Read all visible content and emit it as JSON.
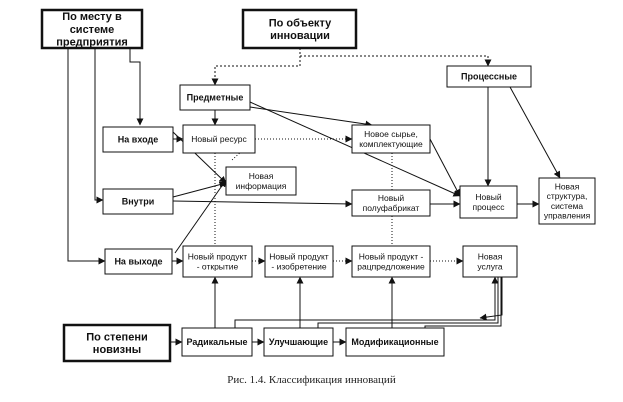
{
  "nodes": {
    "place": [
      "По месту в",
      "системе",
      "предприятия"
    ],
    "object": [
      "По объекту",
      "инновации"
    ],
    "degree": [
      "По степени",
      "новизны"
    ],
    "subject": [
      "Предметные"
    ],
    "process": [
      "Процессные"
    ],
    "input": [
      "На входе"
    ],
    "inside": [
      "Внутри"
    ],
    "output": [
      "На выходе"
    ],
    "new_resource": [
      "Новый ресурс"
    ],
    "new_raw": [
      "Новое сырье,",
      "комплектующие"
    ],
    "new_info": [
      "Новая",
      "информация"
    ],
    "new_semi": [
      "Новый",
      "полуфабрикат"
    ],
    "new_process": [
      "Новый",
      "процесс"
    ],
    "new_structure": [
      "Новая",
      "структура,",
      "система",
      "управления"
    ],
    "prod_discovery": [
      "Новый продукт",
      "- открытие"
    ],
    "prod_invention": [
      "Новый продукт",
      "- изобретение"
    ],
    "prod_rationalization": [
      "Новый продукт -",
      "рацпредложение"
    ],
    "new_service": [
      "Новая",
      "услуга"
    ],
    "radical": [
      "Радикальные"
    ],
    "improving": [
      "Улучшающие"
    ],
    "modifying": [
      "Модификационные"
    ]
  },
  "caption": "Рис. 1.4. Классификация инноваций"
}
